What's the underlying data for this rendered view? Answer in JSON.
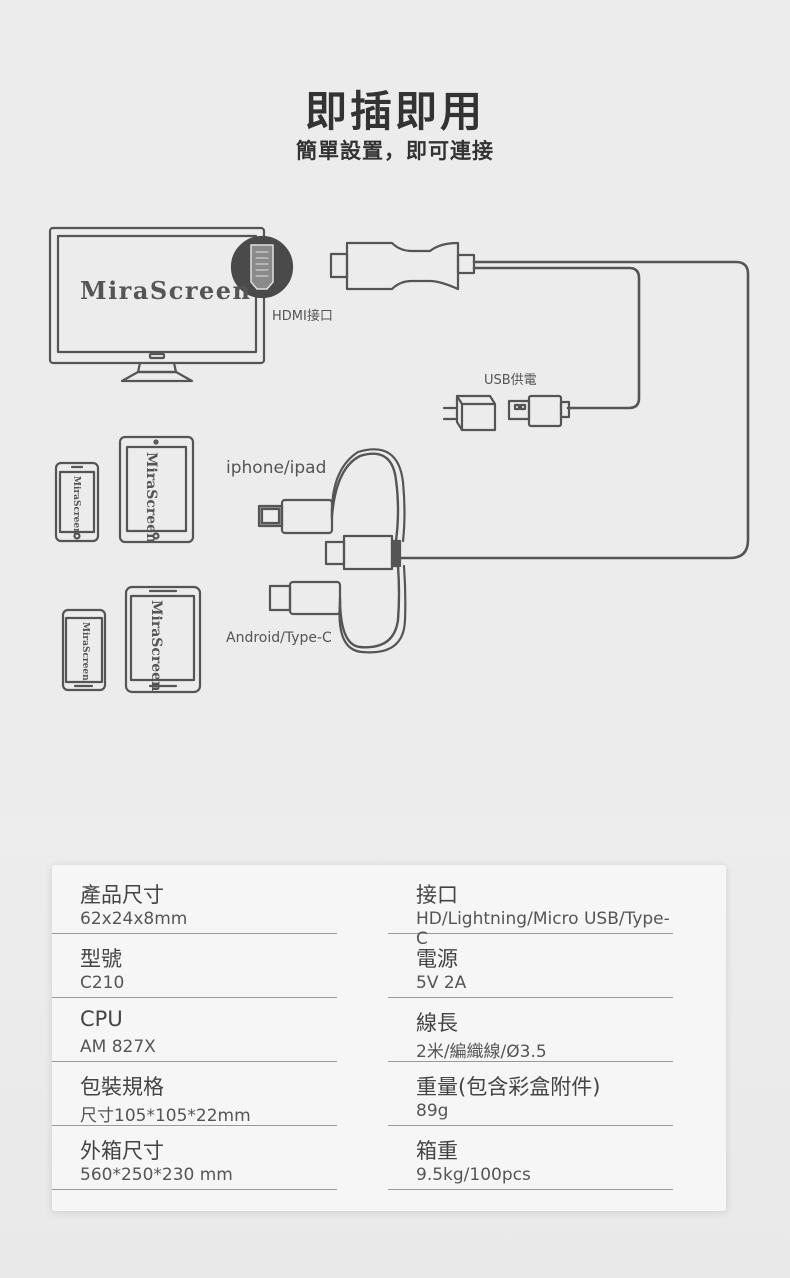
{
  "header": {
    "title": "即插即用",
    "subtitle": "簡單設置，即可連接"
  },
  "labels": {
    "hdmi": "HDMI接口",
    "usb_power": "USB供電",
    "iphone_ipad": "iphone/ipad",
    "android": "Android/Type-C",
    "brand": "MiraScreen"
  },
  "specs": {
    "left": [
      {
        "label": "產品尺寸",
        "value": "62x24x8mm"
      },
      {
        "label": "型號",
        "value": "C210"
      },
      {
        "label": "CPU",
        "value": "AM 827X"
      },
      {
        "label": "包裝規格",
        "value": "尺寸105*105*22mm"
      },
      {
        "label": "外箱尺寸",
        "value": "560*250*230 mm"
      }
    ],
    "right": [
      {
        "label": "接口",
        "value": "HD/Lightning/Micro USB/Type-C"
      },
      {
        "label": "電源",
        "value": "5V 2A"
      },
      {
        "label": "線長",
        "value": "2米/編織線/Ø3.5"
      },
      {
        "label": "重量(包含彩盒附件)",
        "value": "89g"
      },
      {
        "label": "箱重",
        "value": "9.5kg/100pcs"
      }
    ]
  },
  "colors": {
    "line": "#555555",
    "background": "#ececec",
    "card": "#f6f6f6"
  }
}
